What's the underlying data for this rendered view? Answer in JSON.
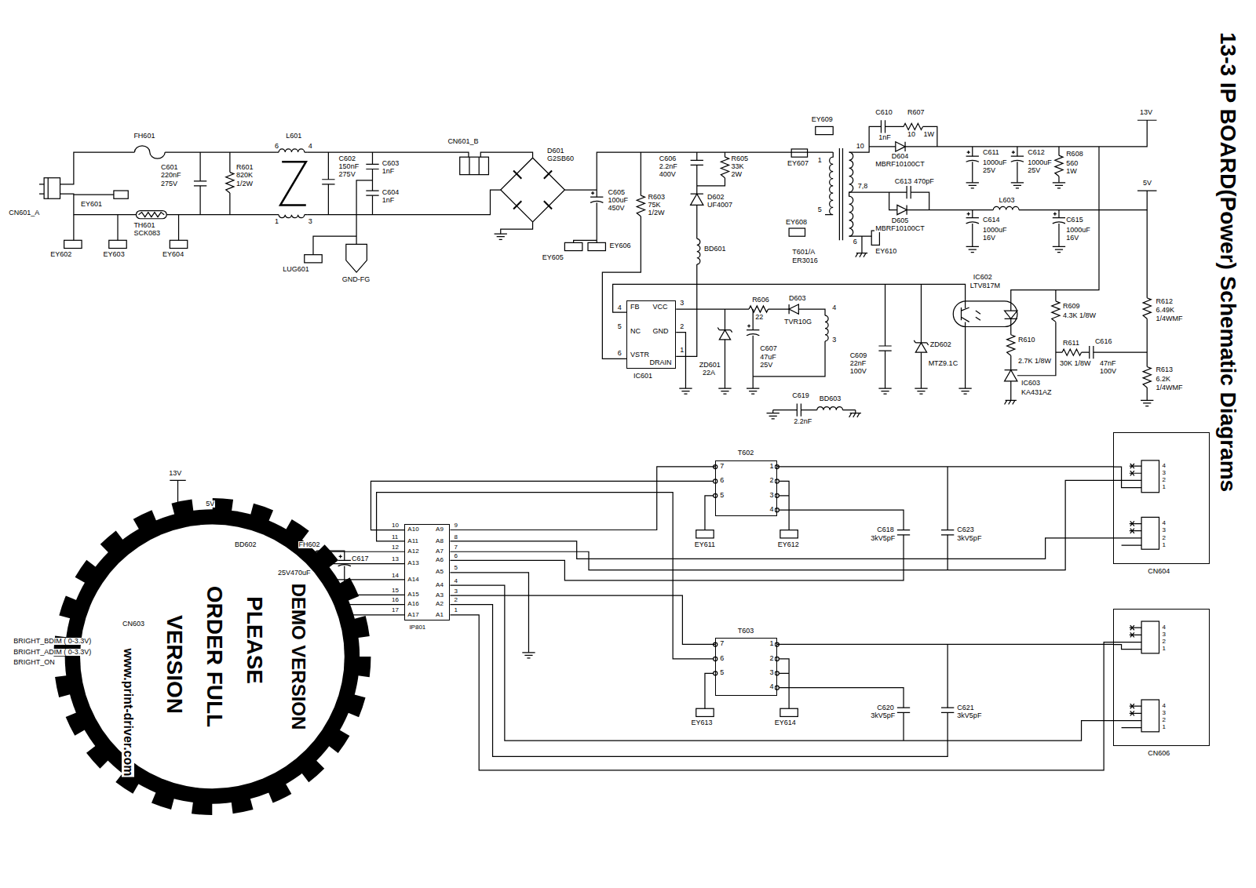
{
  "diagram": {
    "title": "13-3 IP BOARD(Power) Schematic Diagrams",
    "nodes": [
      {
        "text": [
          "FB",
          "VCC",
          "NC",
          "GND",
          "VSTR",
          "DRAIN",
          "IC601"
        ]
      },
      {
        "text": [
          "T602"
        ]
      },
      {
        "text": [
          "T603"
        ]
      },
      {
        "text": [
          "A10",
          "A11",
          "A12",
          "A13",
          "A14",
          "A15",
          "A16",
          "A17",
          "A9",
          "A8",
          "A7",
          "A6",
          "A5",
          "A4",
          "A3",
          "A2",
          "A1",
          "IP801"
        ]
      },
      {
        "text": [
          "CN604"
        ]
      },
      {
        "text": [
          "CN606"
        ]
      }
    ],
    "edges": [
      {
        "from": 3,
        "to": 1,
        "arrow": "none"
      },
      {
        "from": 3,
        "to": 2,
        "arrow": "none"
      },
      {
        "from": 1,
        "to": 4,
        "arrow": "none"
      },
      {
        "from": 2,
        "to": 5,
        "arrow": "none"
      }
    ],
    "labels": [
      "FH601",
      "C601",
      "220nF",
      "275V",
      "R601",
      "820K",
      "1/2W",
      "L601",
      "6",
      "4",
      "1",
      "3",
      "C602",
      "150nF",
      "275V",
      "C603",
      "1nF",
      "C604",
      "1nF",
      "CN601_B",
      "D601",
      "G2SB60",
      "CN601_A",
      "EY601",
      "TH601",
      "SCK083",
      "EY602",
      "EY603",
      "EY604",
      "LUG601",
      "GND-FG",
      "EY605",
      "EY606",
      "C605",
      "100uF",
      "450V",
      "R603",
      "75K",
      "1/2W",
      "C606",
      "2.2nF",
      "400V",
      "R605",
      "33K",
      "2W",
      "D602",
      "UF4007",
      "BD601",
      "EY609",
      "EY607",
      "EY608",
      "10",
      "1",
      "7,8",
      "5",
      "6",
      "T601/A",
      "ER3016",
      "EY610",
      "C610",
      "1nF",
      "R607",
      "10",
      "1W",
      "D604",
      "MBRF10100CT",
      "C611",
      "1000uF",
      "25V",
      "C612",
      "1000uF",
      "25V",
      "R608",
      "560",
      "1W",
      "13V",
      "5V",
      "C613",
      "470pF",
      "D605",
      "MBRF10100CT",
      "L603",
      "C614",
      "1000uF",
      "16V",
      "C615",
      "1000uF",
      "16V",
      "3",
      "2",
      "1",
      "4",
      "5",
      "6",
      "R606",
      "22",
      "D603",
      "TVR10G",
      "4",
      "3",
      "ZD601",
      "22A",
      "C607",
      "47uF",
      "25V",
      "C609",
      "22nF",
      "100V",
      "ZD602",
      "MTZ9.1C",
      "IC602",
      "LTV817M",
      "R609",
      "4.3K 1/8W",
      "R610",
      "2.7K 1/8W",
      "R611",
      "30K 1/8W",
      "C616",
      "47nF",
      "100V",
      "IC603",
      "KA431AZ",
      "R612",
      "6.49K",
      "1/4WMF",
      "R613",
      "6.2K",
      "1/4WMF",
      "C619",
      "BD603",
      "2.2nF",
      "7",
      "6",
      "5",
      "1",
      "2",
      "3",
      "4",
      "7",
      "6",
      "5",
      "1",
      "2",
      "3",
      "4",
      "EY611",
      "EY612",
      "EY613",
      "EY614",
      "C618",
      "3kV5pF",
      "C623",
      "3kV5pF",
      "C620",
      "3kV5pF",
      "C621",
      "3kV5pF",
      "4",
      "3",
      "2",
      "1",
      "4",
      "3",
      "2",
      "1",
      "4",
      "3",
      "2",
      "1",
      "4",
      "3",
      "2",
      "1",
      "10",
      "11",
      "12",
      "13",
      "14",
      "15",
      "16",
      "17",
      "9",
      "8",
      "7",
      "6",
      "5",
      "4",
      "3",
      "2",
      "1",
      "13V",
      "5V",
      "BD602",
      "FH602",
      "C617",
      "25V470uF",
      "CN603",
      "BRIGHT_BDIM ( 0-3.3V)",
      "BRIGHT_ADIM ( 0-3.3V)",
      "BRIGHT_ON",
      "DEMO VERSION",
      "PLEASE",
      "ORDER FULL",
      "VERSION",
      "www.print-driver.com"
    ]
  }
}
